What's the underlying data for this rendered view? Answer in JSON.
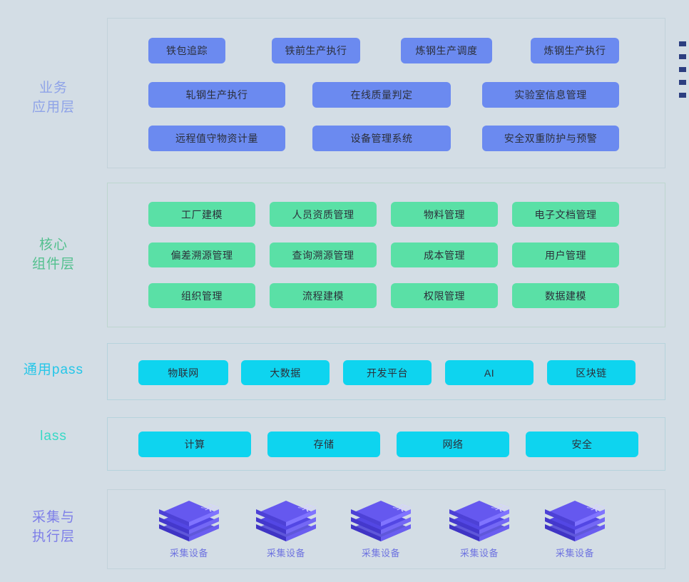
{
  "theme": {
    "background": "#d3dde5",
    "blue_pill": "#6b8af0",
    "green_pill": "#5ae0a6",
    "cyan_pill": "#0ed4ef",
    "device_purple": "#5b4fe8"
  },
  "layers": [
    {
      "id": "business",
      "label": "业务\n应用层",
      "label_color": "#8fa3e8",
      "rows": [
        [
          "铁包追踪",
          "铁前生产执行",
          "炼钢生产调度",
          "炼钢生产执行"
        ],
        [
          "轧钢生产执行",
          "在线质量判定",
          "实验室信息管理"
        ],
        [
          "远程值守物资计量",
          "设备管理系统",
          "安全双重防护与预警"
        ]
      ]
    },
    {
      "id": "core",
      "label": "核心\n组件层",
      "label_color": "#53c08e",
      "rows": [
        [
          "工厂建模",
          "人员资质管理",
          "物料管理",
          "电子文档管理"
        ],
        [
          "偏差溯源管理",
          "查询溯源管理",
          "成本管理",
          "用户管理"
        ],
        [
          "组织管理",
          "流程建模",
          "权限管理",
          "数据建模"
        ]
      ]
    },
    {
      "id": "paas",
      "label": "通用pass",
      "label_color": "#25c6e8",
      "rows": [
        [
          "物联网",
          "大数据",
          "开发平台",
          "AI",
          "区块链"
        ]
      ]
    },
    {
      "id": "iaas",
      "label": "lass",
      "label_color": "#37d9c6",
      "rows": [
        [
          "计算",
          "存储",
          "网络",
          "安全"
        ]
      ]
    },
    {
      "id": "collect",
      "label": "采集与\n执行层",
      "label_color": "#7d7ee8",
      "devices": [
        {
          "glyph": "采",
          "caption": "采集设备"
        },
        {
          "glyph": "采",
          "caption": "采集设备"
        },
        {
          "glyph": "采",
          "caption": "采集设备"
        },
        {
          "glyph": "采",
          "caption": "采集设备"
        },
        {
          "glyph": "采",
          "caption": "采集设备"
        }
      ]
    }
  ],
  "edge_legend": {
    "marker_color": "#2c3e80",
    "count": 5
  }
}
